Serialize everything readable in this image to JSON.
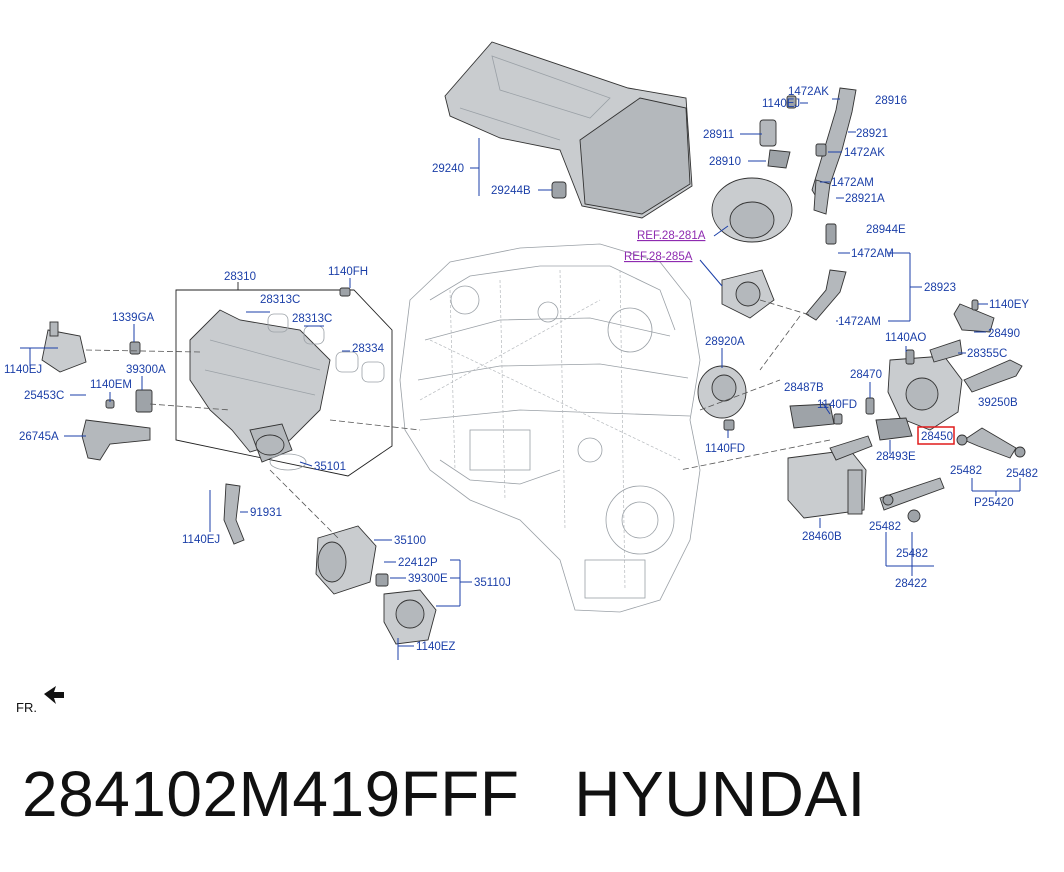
{
  "caption": {
    "part_number": "284102M419FFF",
    "brand": "HYUNDAI"
  },
  "direction_label": "FR.",
  "refs": {
    "r1": "REF.28-281A",
    "r2": "REF.28-285A"
  },
  "highlight_label": "28450",
  "labels": {
    "l28916": "28916",
    "l1472AK_a": "1472AK",
    "l1140EJ_t": "1140EJ",
    "l28911": "28911",
    "l28921": "28921",
    "l28910": "28910",
    "l1472AK_b": "1472AK",
    "l1472AM_a": "1472AM",
    "l28921A": "28921A",
    "l29240": "29240",
    "l29244B": "29244B",
    "l28944E": "28944E",
    "l1472AM_b": "1472AM",
    "l28923": "28923",
    "l1472AM_c": "1472AM",
    "l28310": "28310",
    "l1140FH": "1140FH",
    "l28313C_a": "28313C",
    "l28313C_b": "28313C",
    "l28334": "28334",
    "l1339GA": "1339GA",
    "l1140EJ_l": "1140EJ",
    "l39300A": "39300A",
    "l1140EM": "1140EM",
    "l25453C": "25453C",
    "l26745A": "26745A",
    "l35101": "35101",
    "l28920A": "28920A",
    "l1140FD_c": "1140FD",
    "l1140EY": "1140EY",
    "l28490": "28490",
    "l1140AO": "1140AO",
    "l28355C": "28355C",
    "l28470": "28470",
    "l28487B": "28487B",
    "l1140FD_r": "1140FD",
    "l39250B": "39250B",
    "l28493E": "28493E",
    "l25482_a": "25482",
    "l25482_b": "25482",
    "lP25420": "P25420",
    "l28460B": "28460B",
    "l25482_c": "25482",
    "l25482_d": "25482",
    "l28422": "28422",
    "l91931": "91931",
    "l1140EJ_b": "1140EJ",
    "l35100": "35100",
    "l22412P": "22412P",
    "l39300E": "39300E",
    "l35110J": "35110J",
    "l1140EZ": "1140EZ"
  }
}
